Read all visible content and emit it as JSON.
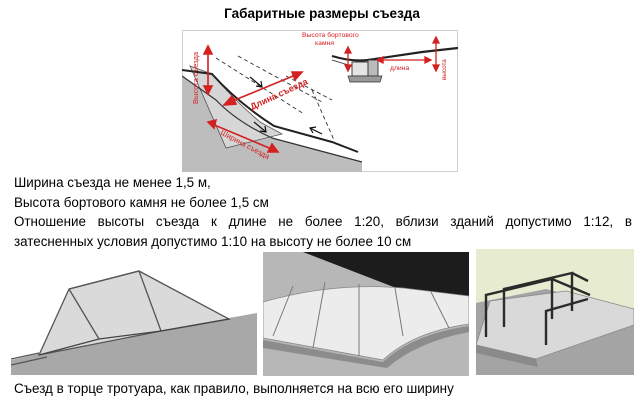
{
  "title": "Габаритные размеры съезда",
  "diagram_labels": {
    "height": "Высота съезда",
    "length": "Длина съезда",
    "width": "Ширина съезда",
    "curb_height_line1": "Высота бортового",
    "curb_height_line2": "камня",
    "curb_length": "длина",
    "curb_height": "высота"
  },
  "requirements": [
    "Ширина съезда не менее 1,5 м,",
    "Высота бортового камня не более 1,5 см",
    "Отношение высоты съезда к длине не более 1:20, вблизи зданий допустимо 1:12, в",
    "затесненных условия допустимо 1:10 на высоту не более 10 см"
  ],
  "caption": "Съезд в торце тротуара, как правило, выполняется на всю его ширину",
  "colors": {
    "label_red": "#d42020",
    "surface_gray": "#b9b9b9",
    "ground_gray": "#a9a9a9",
    "wall_green": "#e7ecd0",
    "dark_building": "#1c1c1c"
  }
}
